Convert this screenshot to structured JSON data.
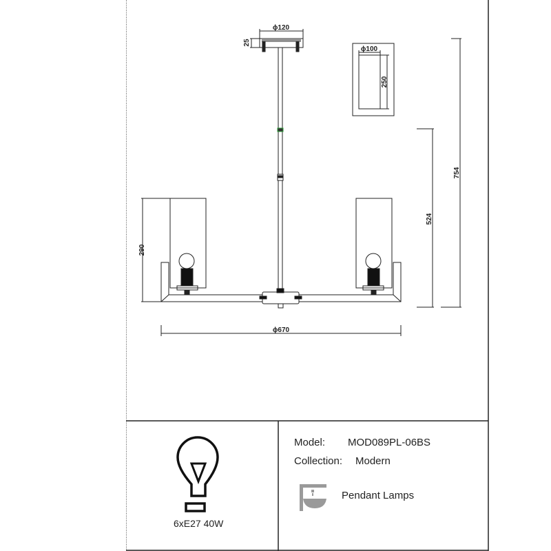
{
  "drawing": {
    "canopy_diameter": "ϕ120",
    "canopy_height": "25",
    "shade_diameter": "ϕ100",
    "shade_height": "250",
    "overall_height": "754",
    "body_height": "524",
    "arm_height": "290",
    "overall_diameter": "ϕ670"
  },
  "info": {
    "bulb_icon": "light-bulb-icon",
    "bulb_spec": "6xE27 40W",
    "model_label": "Model:",
    "model_value": "MOD089PL-06BS",
    "collection_label": "Collection:",
    "collection_value": "Modern",
    "type_icon": "pendant-lamp-icon",
    "type_label": "Pendant Lamps"
  },
  "colors": {
    "line": "#222222",
    "icon_gray": "#9a9a9a",
    "accent_green": "#2e9e3a"
  }
}
